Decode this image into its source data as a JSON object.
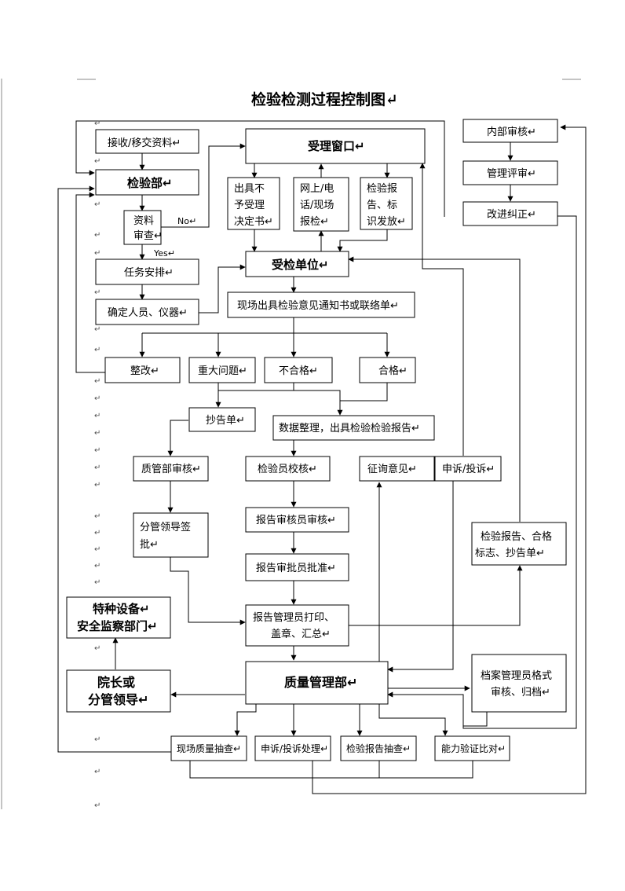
{
  "title": "检验检测过程控制图↵",
  "nodes": {
    "receive": "接收/移交资料↵",
    "dept": "检验部↵",
    "review": [
      "资料",
      "审查↵"
    ],
    "task": "任务安排↵",
    "staff": "确定人员、仪器↵",
    "rectify": "整改↵",
    "major": "重大问题↵",
    "fail": "不合格↵",
    "pass": "合格↵",
    "cc": "抄告单↵",
    "qa_review": "质管部审核↵",
    "leader": [
      "分管领导签",
      "批↵"
    ],
    "special": [
      "特种设备↵",
      "安全监察部门↵"
    ],
    "president": [
      "院长或",
      "分管领导↵"
    ],
    "window": "受理窗口↵",
    "refuse": [
      "出具不",
      "予受理",
      "决定书↵"
    ],
    "online": [
      "网上/电",
      "话/现场",
      "报检↵"
    ],
    "issue": [
      "检验报",
      "告、标",
      "识发放↵"
    ],
    "client": "受检单位↵",
    "notice": "现场出具检验意见通知书或联络单↵",
    "data": "数据整理，出具检验检验报告↵",
    "proof": "检验员校核↵",
    "approve1": "报告审核员审核↵",
    "approve2": "报告审批员批准↵",
    "print": [
      "报告管理员打印、",
      "盖章、汇总↵"
    ],
    "qmd": "质量管理部↵",
    "opinion": "征询意见↵",
    "complaint": "申诉/投诉↵",
    "internal": "内部审核↵",
    "mgmt": "管理评审↵",
    "improve": "改进纠正↵",
    "report_mark": [
      "检验报告、合格",
      "标志、抄告单↵"
    ],
    "archive": [
      "档案管理员格式",
      "审核、归档↵"
    ],
    "sample": "现场质量抽查↵",
    "complaint_handle": "申诉/投诉处理↵",
    "report_check": "检验报告抽查↵",
    "capability": "能力验证比对↵"
  },
  "labels": {
    "no": "No↵",
    "yes": "Yes↵"
  },
  "margin_marks": [
    "↵",
    "↵",
    "↵",
    "↵",
    "↵",
    "↵",
    "↵",
    "↵",
    "↵",
    "↵",
    "↵",
    "↵",
    "↵",
    "↵",
    "↵",
    "↵",
    "↵",
    "↵",
    "↵",
    "↵",
    "↵",
    "↵",
    "↵",
    "↵",
    "↵",
    "↵",
    "↵",
    "↵",
    "↵",
    "↵"
  ],
  "colors": {
    "line": "#000000",
    "fill": "#ffffff"
  }
}
